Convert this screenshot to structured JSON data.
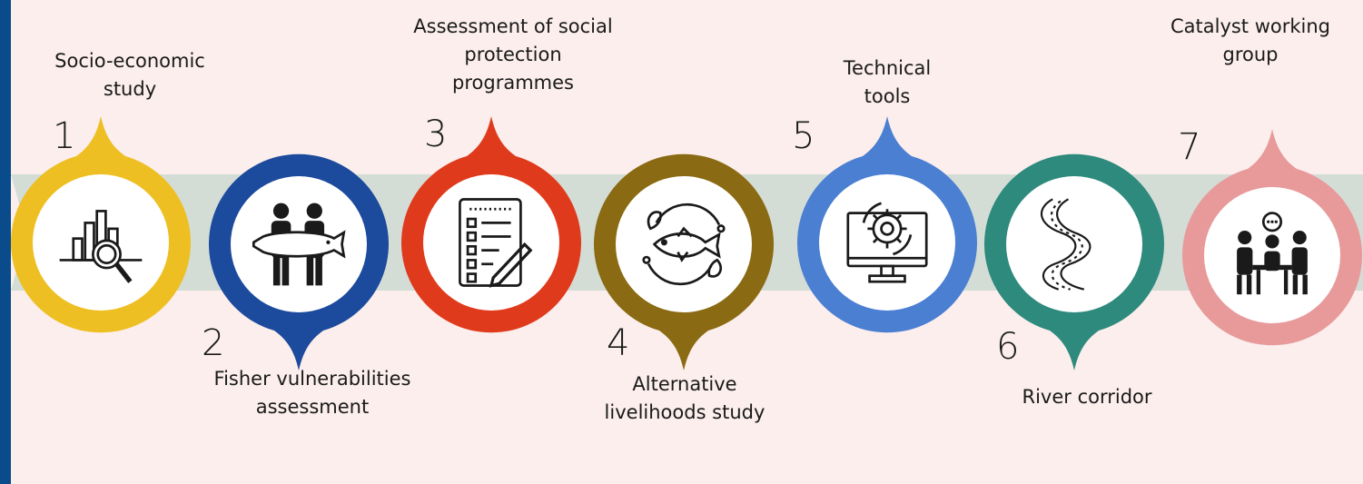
{
  "steps": [
    {
      "number": "1",
      "label": "Socio-economic\nstudy",
      "color": "#eebf22",
      "icon": "chart-magnifier-icon"
    },
    {
      "number": "2",
      "label": "Fisher vulnerabilities\nassessment",
      "color": "#1c4a9c",
      "icon": "fishers-holding-fish-icon"
    },
    {
      "number": "3",
      "label": "Assessment of social\nprotection\nprogrammes",
      "color": "#e03a1c",
      "icon": "checklist-pencil-icon"
    },
    {
      "number": "4",
      "label": "Alternative\nlivelihoods study",
      "color": "#8a6a12",
      "icon": "fish-cycle-icon"
    },
    {
      "number": "5",
      "label": "Technical\ntools",
      "color": "#4a7fd2",
      "icon": "monitor-gear-icon"
    },
    {
      "number": "6",
      "label": "River corridor",
      "color": "#2e8a7c",
      "icon": "river-icon"
    },
    {
      "number": "7",
      "label": "Catalyst working\ngroup",
      "color": "#e89a9a",
      "icon": "meeting-group-icon"
    }
  ]
}
